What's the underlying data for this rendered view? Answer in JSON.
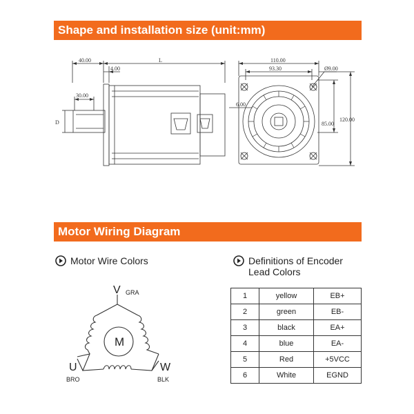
{
  "sections": {
    "installation_title": "Shape and installation size (unit:mm)",
    "wiring_title": "Motor Wiring Diagram"
  },
  "side_view": {
    "dim_shaft_flange": "40.00",
    "dim_length": "L",
    "dim_flange_thickness": "4.00",
    "dim_key_length": "30.00",
    "dim_shaft_dia": "D"
  },
  "front_view": {
    "dim_width": "110.00",
    "dim_bolt_spacing": "93.30",
    "dim_hole_dia": "Ø9.00",
    "dim_pilot": "6.00",
    "dim_height_inner": "85.00",
    "dim_height_outer": "120.00"
  },
  "motor_wire_colors": {
    "heading": "Motor Wire Colors",
    "motor_label": "M",
    "v_label": "V",
    "v_color": "GRA",
    "u_label": "U",
    "u_color": "BRO",
    "w_label": "W",
    "w_color": "BLK"
  },
  "encoder": {
    "heading_line1": "Definitions of Encoder",
    "heading_line2": "Lead Colors",
    "rows": [
      {
        "num": "1",
        "color": "yellow",
        "signal": "EB+"
      },
      {
        "num": "2",
        "color": "green",
        "signal": "EB-"
      },
      {
        "num": "3",
        "color": "black",
        "signal": "EA+"
      },
      {
        "num": "4",
        "color": "blue",
        "signal": "EA-"
      },
      {
        "num": "5",
        "color": "Red",
        "signal": "+5VCC"
      },
      {
        "num": "6",
        "color": "White",
        "signal": "EGND"
      }
    ]
  },
  "colors": {
    "accent": "#f26b1d",
    "line": "#333333"
  }
}
